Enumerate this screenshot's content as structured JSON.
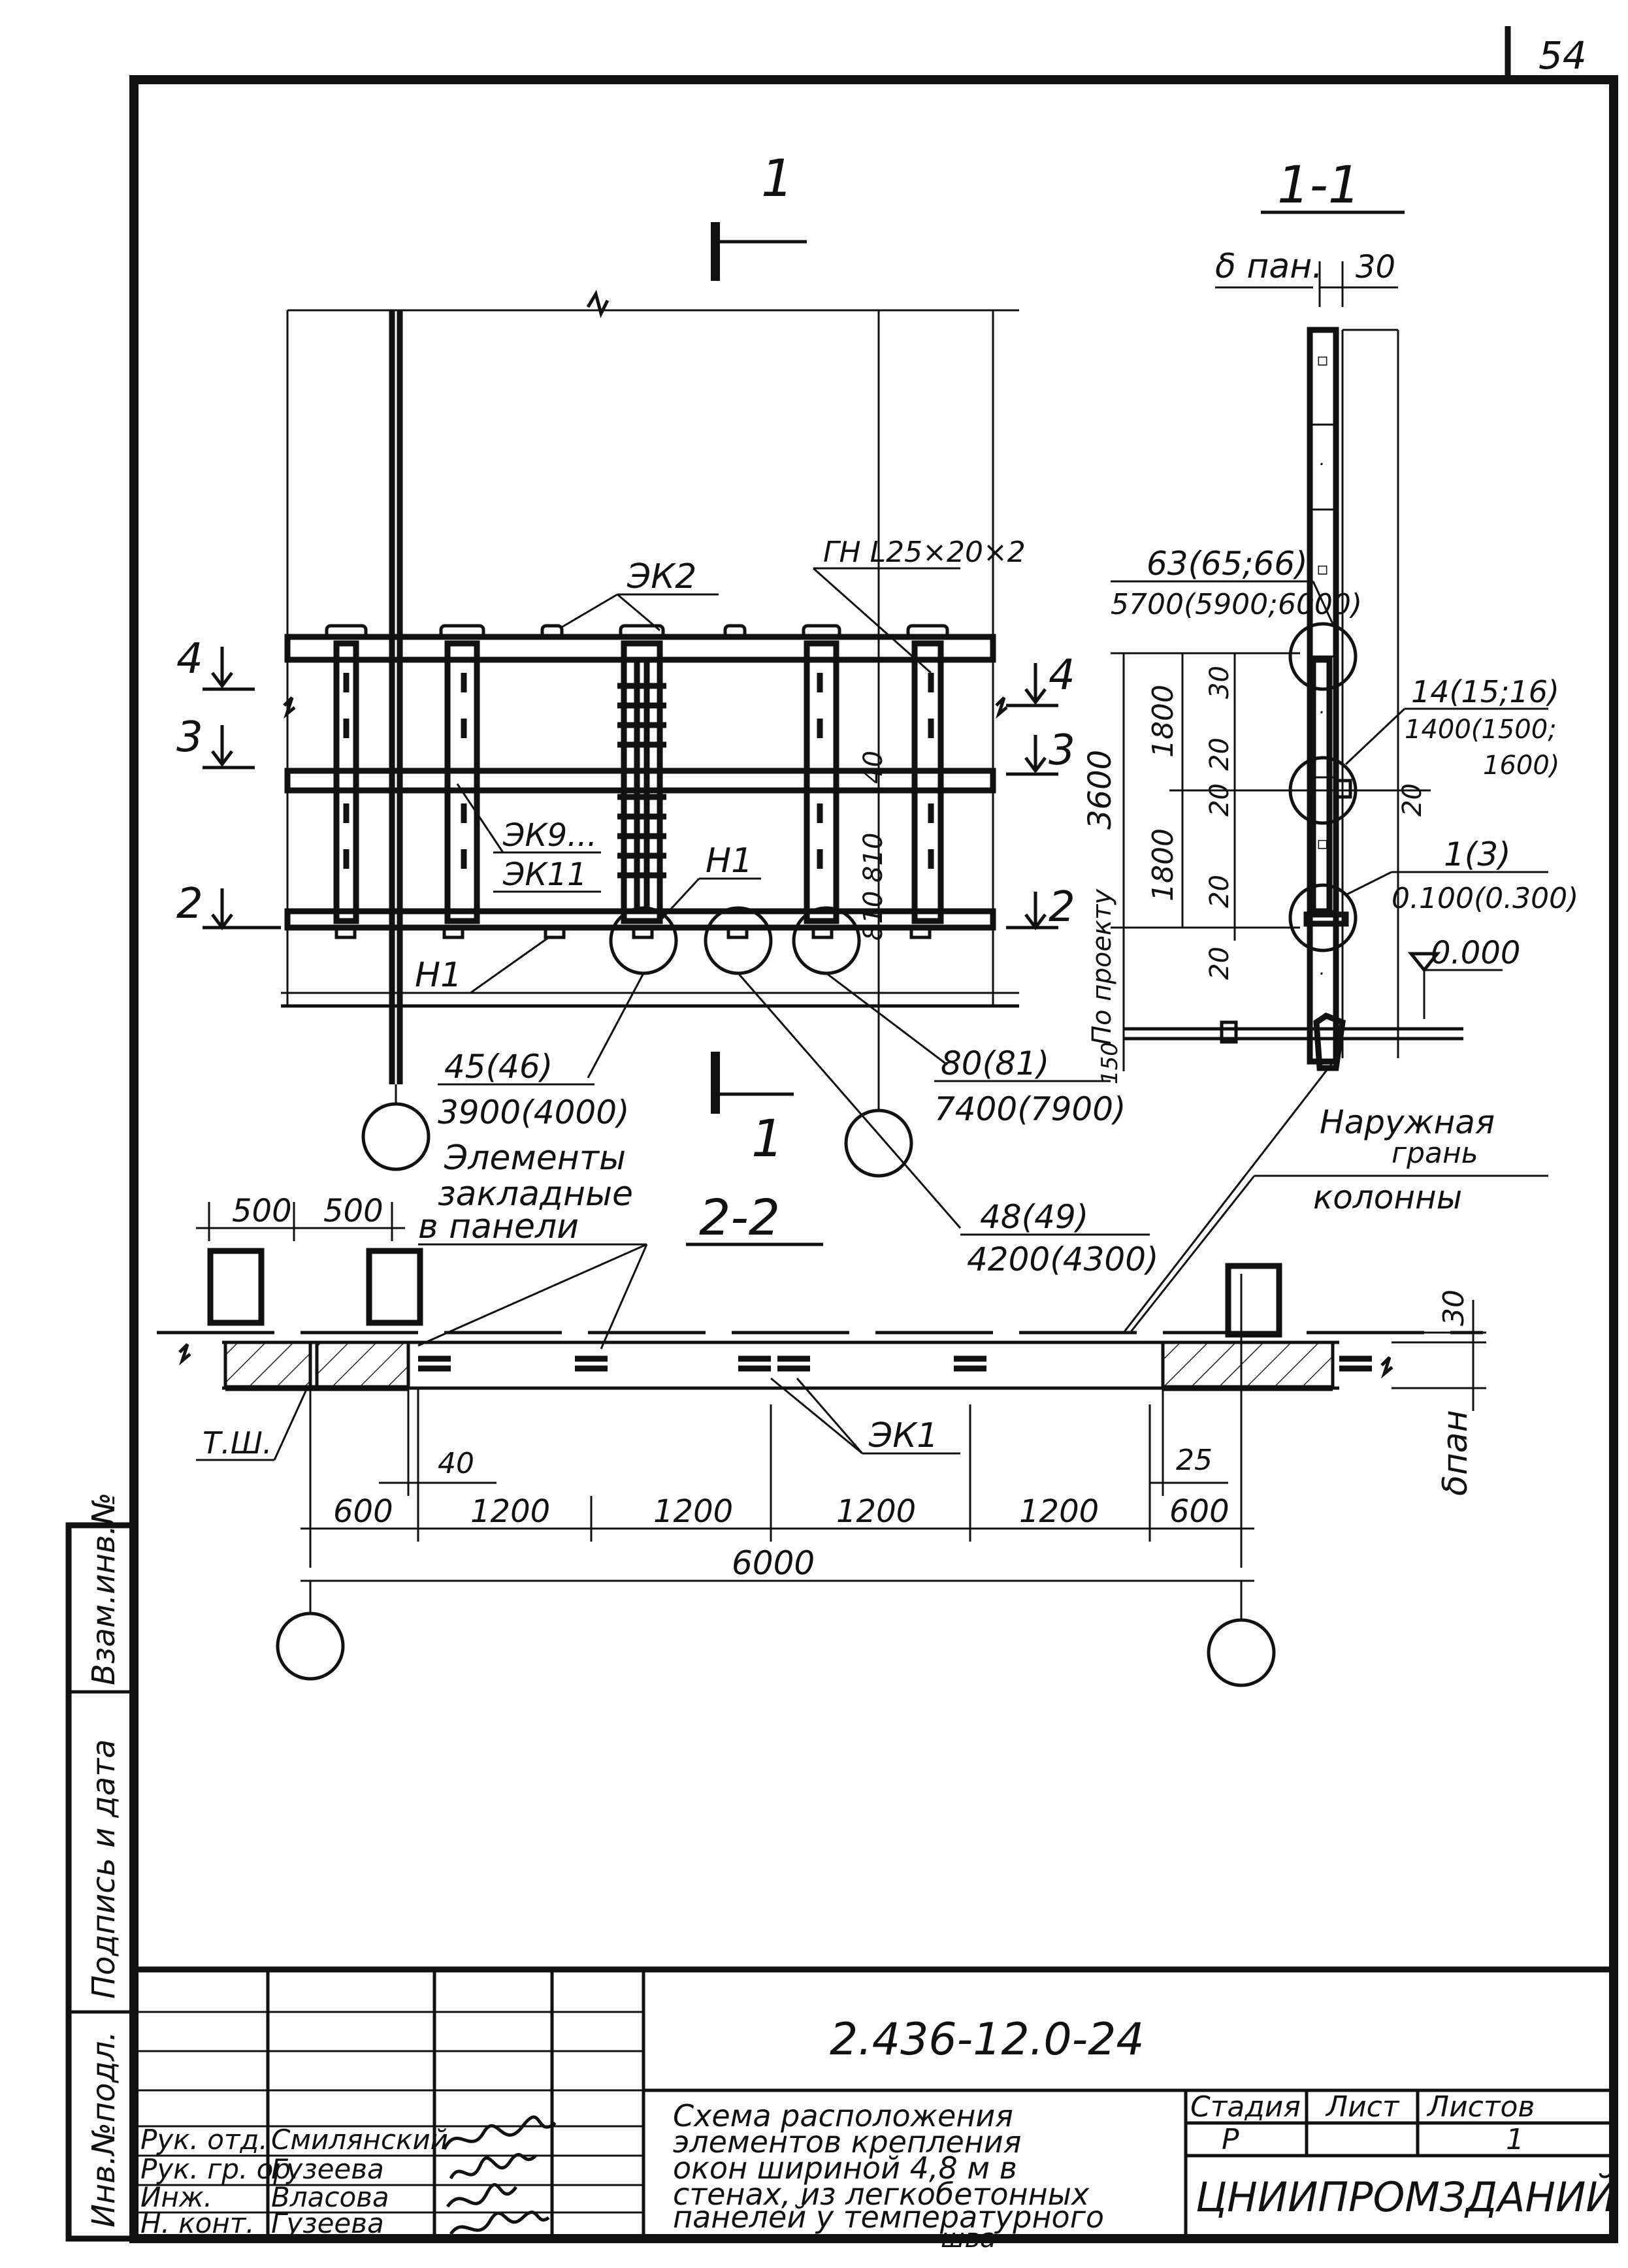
{
  "sheet": {
    "page_number": "54",
    "labels": {
      "section_mark_1": "1",
      "section_mark_1_bottom": "1",
      "section_1_1": "1-1",
      "section_2_2": "2-2",
      "level_4": "4",
      "level_3": "3",
      "level_2": "2",
      "level_4_right": "4",
      "level_3_right": "3",
      "level_2_right": "2"
    },
    "callouts": {
      "ek2": "ЭК2",
      "gn": "ГН L25×20×2",
      "ek9_11_top": "ЭК9...",
      "ek9_11_bottom": "ЭК11",
      "n1_a": "Н1",
      "n1_b": "Н1",
      "c45_top": "45(46)",
      "c45_bottom": "3900(4000)",
      "c80_top": "80(81)",
      "c80_bottom": "7400(7900)",
      "c48_top": "48(49)",
      "c48_bottom": "4200(4300)",
      "c63_top": "63(65;66)",
      "c63_bottom": "5700(5900;6000)",
      "c14_top": "14(15;16)",
      "c14_mid": "1400(1500;",
      "c14_bottom": "1600)",
      "c1_top": "1(3)",
      "c1_bottom": "0.100(0.300)",
      "level_zero": "0.000",
      "b_pan_top": "δ пан.",
      "dim_30_top": "30",
      "dim_40": "40",
      "dim_810": "810 810",
      "dim_3600": "3600",
      "dim_1800a": "1800",
      "dim_1800b": "1800",
      "dim_30a": "30",
      "dim_20a": "20",
      "dim_20b": "20",
      "dim_20c": "20",
      "dim_20d": "20",
      "dim_20e": "20",
      "po_proektu": "По проекту",
      "dim_150": "150",
      "elements_1": "Элементы",
      "elements_2": "закладные",
      "elements_3": "в панели",
      "outer_1": "Наружная",
      "outer_2": "грань",
      "outer_3": "колонны",
      "dim_500a": "500",
      "dim_500b": "500",
      "dim_30_right": "30",
      "tsh": "Т.Ш.",
      "ek1": "ЭК1",
      "dim_40b": "40",
      "dim_25": "25",
      "b_pan_right": "δпан",
      "dims_row": [
        "600",
        "1200",
        "1200",
        "1200",
        "1200",
        "600"
      ],
      "dim_6000": "6000"
    }
  },
  "title_block": {
    "doc_code": "2.436-12.0-24",
    "description": [
      "Схема расположения",
      "элементов крепления",
      "окон шириной 4,8 м в",
      "стенах, из легкобетонных",
      "панелей у температурного",
      "шва"
    ],
    "stage_header": "Стадия",
    "sheet_header": "Лист",
    "sheets_header": "Листов",
    "stage_value": "Р",
    "sheet_value": "",
    "sheets_value": "1",
    "organization": "ЦНИИПРОМЗДАНИЙ",
    "roles": [
      {
        "role": "Рук. отд.",
        "name": "Смилянский"
      },
      {
        "role": "Рук. гр. ор.",
        "name": "Гузеева"
      },
      {
        "role": "Инж.",
        "name": "Власова"
      },
      {
        "role": "Н. конт.",
        "name": "Гузеева"
      }
    ]
  },
  "side_stamp": {
    "inv_podl": "Инв.№подл.",
    "podpis": "Подпись и дата",
    "vzam": "Взам.инв.№"
  }
}
